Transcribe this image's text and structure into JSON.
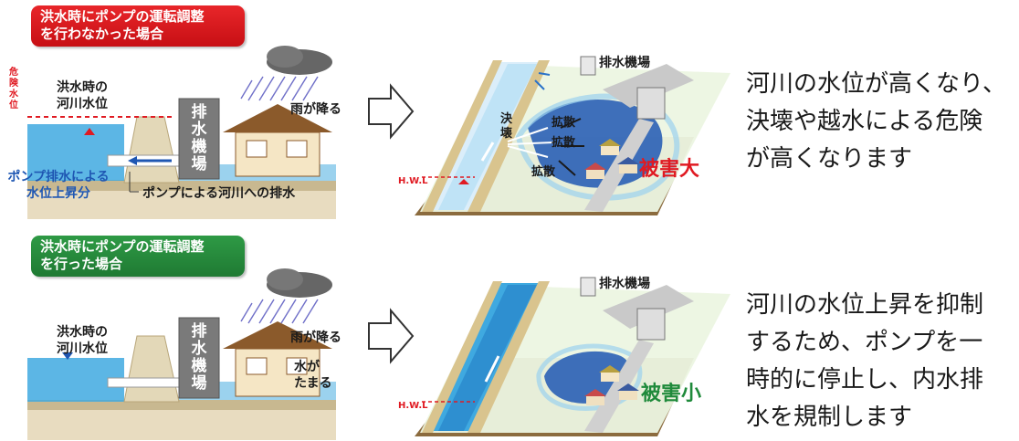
{
  "top": {
    "title": [
      "洪水時にポンプの運転調整",
      "を行わなかった場合"
    ],
    "danger_level": [
      "危",
      "険",
      "水",
      "位"
    ],
    "flood_river_level": [
      "洪水時の",
      "河川水位"
    ],
    "pump_station": [
      "排",
      "水",
      "機",
      "場"
    ],
    "rain": "雨が降る",
    "rise_by_pump": [
      "ポンプ排水による",
      "水位上昇分"
    ],
    "pump_drain": "ポンプによる河川への排水",
    "station_3d": "排水機場",
    "hwl": "H.W.L",
    "breach": [
      "決",
      "壊"
    ],
    "spread": [
      "拡散",
      "拡散",
      "拡散"
    ],
    "damage": "被害大",
    "description": [
      "河川の水位が高くなり、",
      "決壊や越水による危険",
      "が高くなります"
    ]
  },
  "bottom": {
    "title": [
      "洪水時にポンプの運転調整",
      "を行った場合"
    ],
    "flood_river_level": [
      "洪水時の",
      "河川水位"
    ],
    "pump_station": [
      "排",
      "水",
      "機",
      "場"
    ],
    "rain": "雨が降る",
    "pooling": [
      "水が",
      "たまる"
    ],
    "station_3d": "排水機場",
    "hwl": "H.W.L",
    "damage": "被害小",
    "description": [
      "河川の水位上昇を抑制",
      "するため、ポンプを一",
      "時的に停止し、内水排",
      "水を規制します"
    ]
  },
  "colors": {
    "danger": "#e01a22",
    "damage_big": "#e01a22",
    "damage_small": "#1f8a3b",
    "water": "#3fa9e0",
    "flood": "#1f57b3"
  }
}
